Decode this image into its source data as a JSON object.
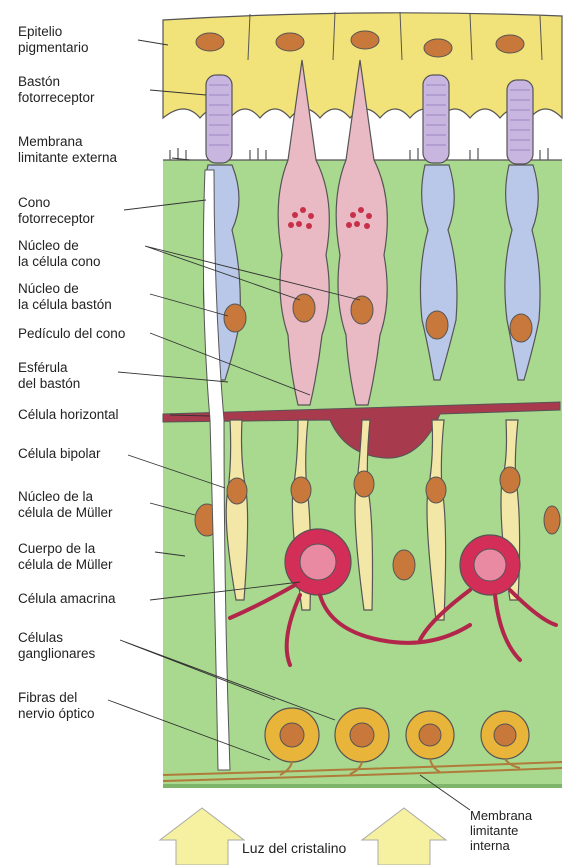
{
  "labels": {
    "epitelio": "Epitelio\npigmentario",
    "baston": "Bastón\nfotorreceptor",
    "membrana_ext": "Membrana\nlimitante externa",
    "cono": "Cono\nfotorreceptor",
    "nucleo_cono": "Núcleo de\nla célula cono",
    "nucleo_baston": "Núcleo de\nla célula bastón",
    "pediculo": "Pedículo del cono",
    "esferula": "Esférula\ndel bastón",
    "horizontal": "Célula horizontal",
    "bipolar": "Célula bipolar",
    "nucleo_muller": "Núcleo de la\ncélula de Müller",
    "cuerpo_muller": "Cuerpo de la\ncélula de Müller",
    "amacrina": "Célula amacrina",
    "ganglionares": "Células\nganglionares",
    "fibras": "Fibras del\nnervio óptico",
    "membrana_int": "Membrana\nlimitante\ninterna",
    "luz": "Luz del cristalino"
  },
  "colors": {
    "epithelium": "#f2e27a",
    "epithelium_nucleus": "#c9783c",
    "retina_bg": "#a8d98e",
    "rod_outer": "#c9b6e0",
    "rod_inner": "#b9c8e8",
    "cone": "#e9b9c4",
    "cone_granules": "#c8304a",
    "nucleus": "#c9783c",
    "horizontal_cell": "#a83a4e",
    "bipolar": "#f3e7a8",
    "amacrine": "#d22e58",
    "ganglion": "#e8b43a",
    "fiber": "#b07a3a",
    "arrow": "#f6f1a0"
  }
}
